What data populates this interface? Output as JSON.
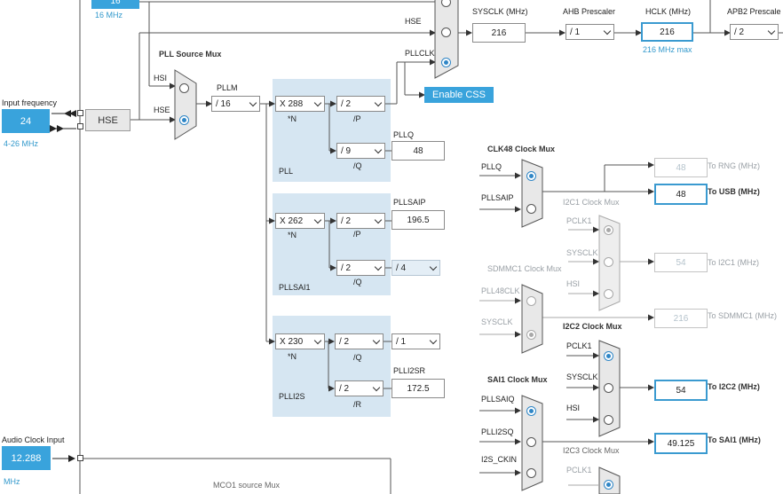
{
  "top_hsi_value": "16",
  "top_hsi_freq": "16 MHz",
  "input_frequency": {
    "label": "Input frequency",
    "value": "24",
    "range": "4-26 MHz"
  },
  "hse_label": "HSE",
  "pll_source_mux": {
    "title": "PLL Source Mux",
    "hsi": "HSI",
    "hse": "HSE"
  },
  "pllm": {
    "label": "PLLM",
    "value": "/ 16"
  },
  "system_mux": {
    "hse": "HSE",
    "pllclk": "PLLCLK"
  },
  "enable_css": "Enable CSS",
  "sysclk": {
    "label": "SYSCLK (MHz)",
    "value": "216"
  },
  "ahb": {
    "label": "AHB Prescaler",
    "value": "/ 1"
  },
  "hclk": {
    "label": "HCLK (MHz)",
    "value": "216",
    "max": "216 MHz max"
  },
  "apb2": {
    "label": "APB2 Prescale",
    "value": "/ 2"
  },
  "pll": {
    "title": "PLL",
    "n": "X 288",
    "n_label": "*N",
    "p": "/ 2",
    "p_label": "/P",
    "q": "/ 9",
    "q_label": "/Q",
    "pllq_label": "PLLQ",
    "pllq_value": "48"
  },
  "pllsai1": {
    "title": "PLLSAI1",
    "n": "X 262",
    "n_label": "*N",
    "p": "/ 2",
    "p_label": "/P",
    "q": "/ 2",
    "q_label": "/Q",
    "extra_div": "/ 4",
    "pllsaip_label": "PLLSAIP",
    "pllsaip_value": "196.5"
  },
  "plli2s": {
    "title": "PLLI2S",
    "n": "X 230",
    "n_label": "*N",
    "q": "/ 2",
    "q_label": "/Q",
    "q_div2": "/ 1",
    "r": "/ 2",
    "r_label": "/R",
    "plli2sr_label": "PLLI2SR",
    "plli2sr_value": "172.5"
  },
  "clk48_mux": {
    "title": "CLK48 Clock Mux",
    "pllq": "PLLQ",
    "pllsaip": "PLLSAIP"
  },
  "to_rng": {
    "value": "48",
    "label": "To RNG (MHz)"
  },
  "to_usb": {
    "value": "48",
    "label": "To USB (MHz)"
  },
  "i2c1_mux": {
    "title": "I2C1 Clock Mux",
    "pclk1": "PCLK1",
    "sysclk": "SYSCLK",
    "hsi": "HSI"
  },
  "to_i2c1": {
    "value": "54",
    "label": "To I2C1 (MHz)"
  },
  "sdmmc1_mux": {
    "title": "SDMMC1 Clock Mux",
    "pll48clk": "PLL48CLK",
    "sysclk": "SYSCLK"
  },
  "to_sdmmc1": {
    "value": "216",
    "label": "To SDMMC1 (MHz)"
  },
  "i2c2_mux": {
    "title": "I2C2 Clock Mux",
    "pclk1": "PCLK1",
    "sysclk": "SYSCLK",
    "hsi": "HSI"
  },
  "to_i2c2": {
    "value": "54",
    "label": "To I2C2 (MHz)"
  },
  "sai1_mux": {
    "title": "SAI1 Clock Mux",
    "pllsaiq": "PLLSAIQ",
    "plli2sq": "PLLI2SQ",
    "i2s_ckin": "I2S_CKIN"
  },
  "to_sai1": {
    "value": "49.125",
    "label": "To SAI1 (MHz)"
  },
  "i2c3_mux": {
    "title": "I2C3 Clock Mux",
    "pclk1": "PCLK1"
  },
  "audio": {
    "label": "Audio Clock Input",
    "value": "12.288",
    "unit": "MHz"
  },
  "mco1_title": "MCO1 source Mux",
  "colors": {
    "accent": "#39a3dc",
    "panel": "#d6e6f2",
    "disabled": "#b5c3cc"
  }
}
